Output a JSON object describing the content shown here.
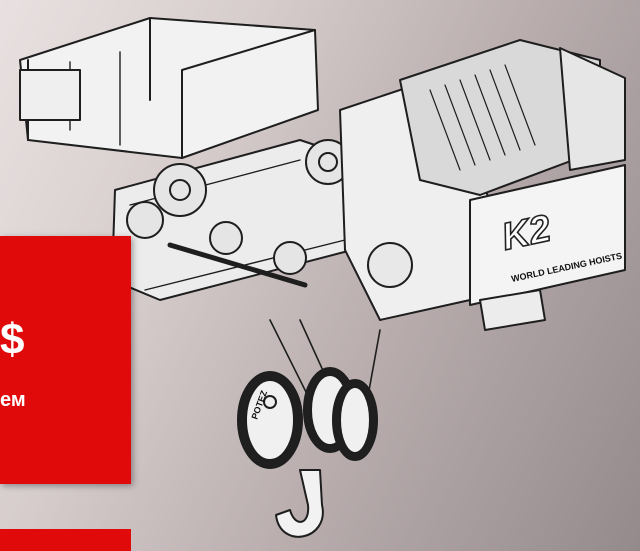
{
  "promo": {
    "symbol": "$",
    "text_fragment": "ем",
    "color": "#e10a0a"
  },
  "product": {
    "brand": "K2",
    "slogan": "WORLD LEADING HOISTS",
    "drum_label": "POTEZ"
  }
}
